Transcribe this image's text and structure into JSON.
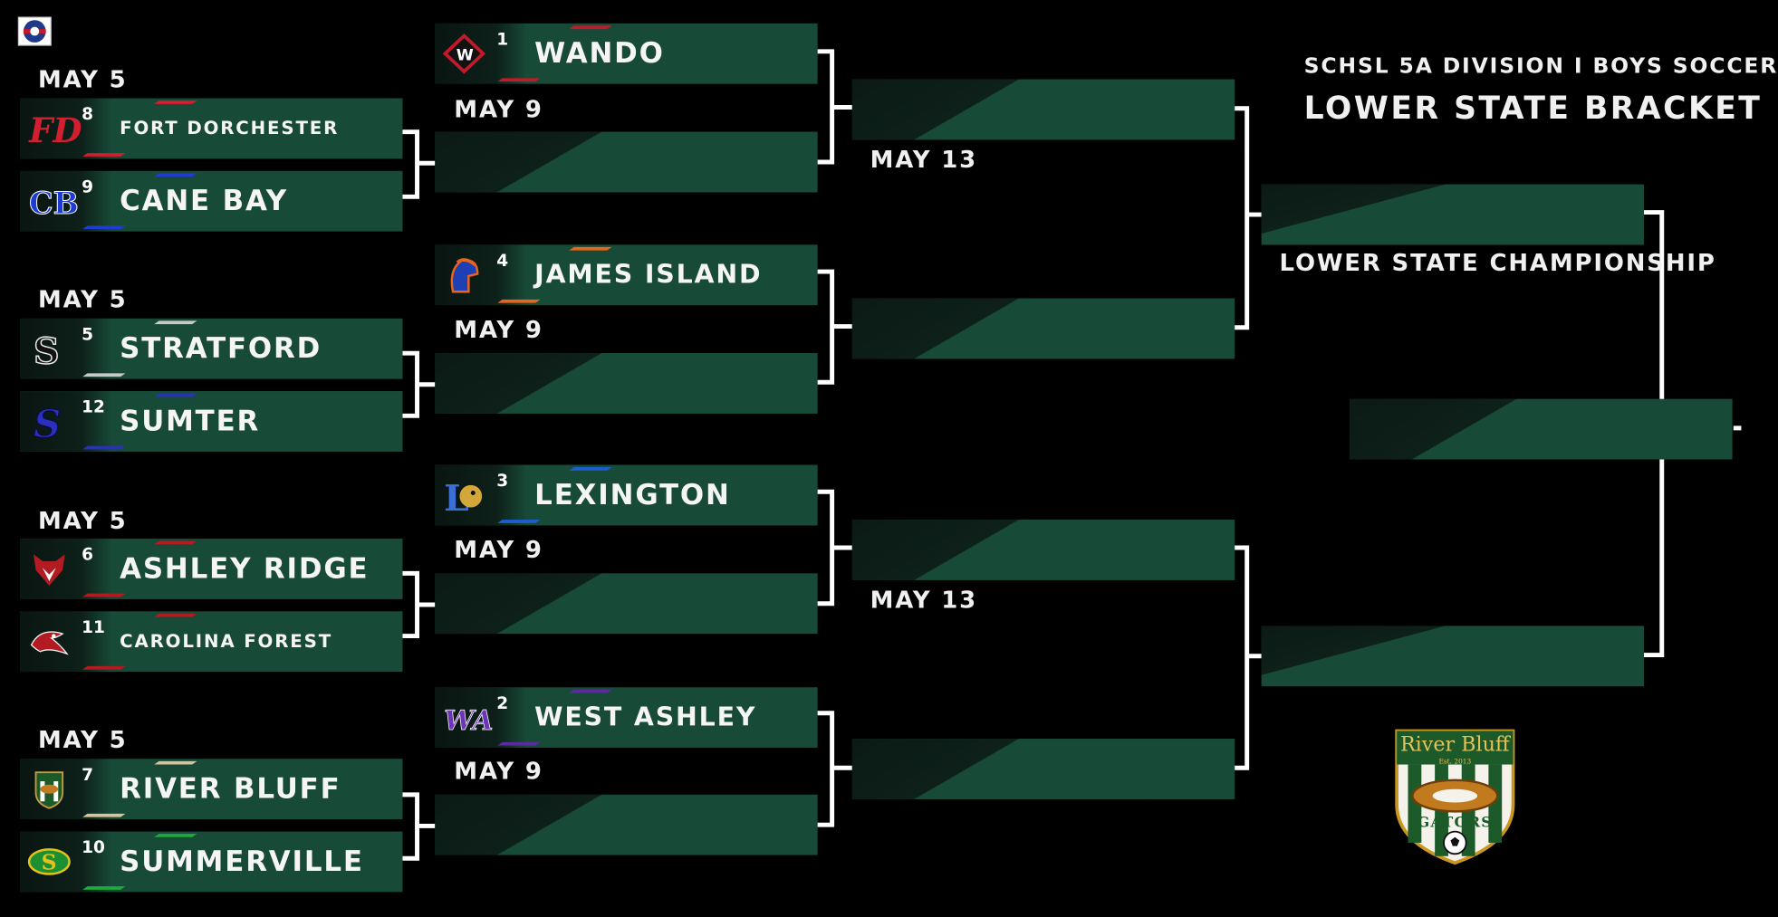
{
  "title": {
    "line1": "SCHSL 5A DIVISION I BOYS SOCCER",
    "line2": "LOWER STATE BRACKET"
  },
  "championship_label": "LOWER STATE CHAMPIONSHIP",
  "dates": {
    "round1": "MAY 5",
    "round2": "MAY 9",
    "round3": "MAY 13"
  },
  "round1": [
    {
      "seed": "8",
      "name": "FORT DORCHESTER",
      "logo": "fort-dorchester-logo",
      "color": "#d11f2f"
    },
    {
      "seed": "9",
      "name": "CANE BAY",
      "logo": "cane-bay-logo",
      "color": "#1f3bd1"
    },
    {
      "seed": "5",
      "name": "STRATFORD",
      "logo": "stratford-logo",
      "color": "#c9c9c9"
    },
    {
      "seed": "12",
      "name": "SUMTER",
      "logo": "sumter-logo",
      "color": "#2a2fbf"
    },
    {
      "seed": "6",
      "name": "ASHLEY RIDGE",
      "logo": "ashley-ridge-logo",
      "color": "#b31b22"
    },
    {
      "seed": "11",
      "name": "CAROLINA FOREST",
      "logo": "carolina-forest-logo",
      "color": "#b31b22"
    },
    {
      "seed": "7",
      "name": "RIVER BLUFF",
      "logo": "river-bluff-logo",
      "color": "#d8c49a"
    },
    {
      "seed": "10",
      "name": "SUMMERVILLE",
      "logo": "summerville-logo",
      "color": "#1faa3c"
    }
  ],
  "round2_seeds": [
    {
      "seed": "1",
      "name": "WANDO",
      "logo": "wando-logo",
      "color": "#c21a2a"
    },
    {
      "seed": "4",
      "name": "JAMES ISLAND",
      "logo": "james-island-logo",
      "color": "#e8651d"
    },
    {
      "seed": "3",
      "name": "LEXINGTON",
      "logo": "lexington-logo",
      "color": "#1e5cd6"
    },
    {
      "seed": "2",
      "name": "WEST ASHLEY",
      "logo": "west-ashley-logo",
      "color": "#5b2a9e"
    }
  ],
  "colors": {
    "box": "#184a38",
    "line": "#ffffff",
    "background": "#000000"
  },
  "watermark_logo": {
    "name": "River Bluff",
    "est": "Est. 2013",
    "mascot": "GATORS"
  }
}
